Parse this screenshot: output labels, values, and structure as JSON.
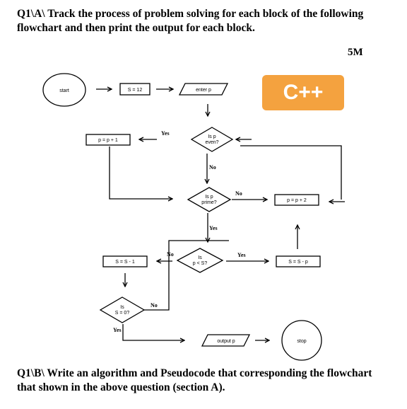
{
  "question_a": "Q1\\A\\ Track the process of problem solving for each block of the following flowchart and then print the output for each block.",
  "marks": "5M",
  "badge": "C++",
  "flowchart": {
    "start": "start",
    "s_init": "S = 12",
    "enter_p": "enter p",
    "p_even_line1": "Is p",
    "p_even_line2": "even?",
    "p_plus_1": "p = p + 1",
    "p_prime_line1": "Is p",
    "p_prime_line2": "prime?",
    "p_plus_2": "p = p + 2",
    "p_lt_s_line1": "Is",
    "p_lt_s_line2": "p < S?",
    "s_minus_1": "S = S - 1",
    "s_minus_p": "S = S - p",
    "s_zero_line1": "Is",
    "s_zero_line2": "S = 0?",
    "output_p": "output p",
    "stop": "stop",
    "yes": "Yes",
    "no": "No"
  },
  "question_b": "Q1\\B\\ Write an algorithm and Pseudocode that corresponding the flowchart that shown in the above question (section A)."
}
